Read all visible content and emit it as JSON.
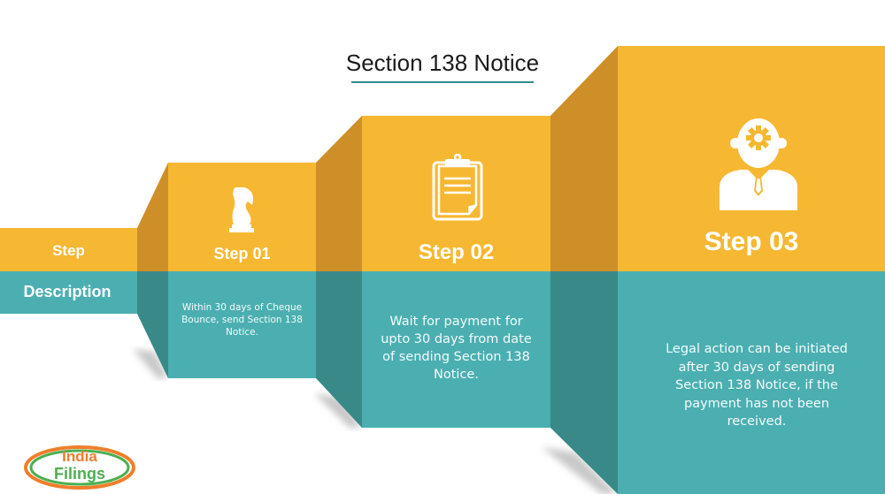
{
  "title": "Section 138 Notice",
  "colors": {
    "yellow": "#F6B832",
    "yellow_side": "#CE8F29",
    "teal": "#4BAFB1",
    "teal_side": "#3A8989",
    "title_underline": "#2E8B8B"
  },
  "row_labels": {
    "step": "Step",
    "description": "Description"
  },
  "steps": [
    {
      "label": "Step 01",
      "icon": "chess-knight-icon",
      "description": "Within 30 days of Cheque Bounce, send Section 138 Notice."
    },
    {
      "label": "Step 02",
      "icon": "clipboard-icon",
      "description": "Wait for payment for upto 30 days from date of sending Section 138 Notice."
    },
    {
      "label": "Step 03",
      "icon": "businessman-gear-icon",
      "description": "Legal action can be initiated after 30 days of sending Section 138 Notice, if the payment has not been received."
    }
  ],
  "logo": {
    "line1": "India",
    "line2": "Filings"
  }
}
